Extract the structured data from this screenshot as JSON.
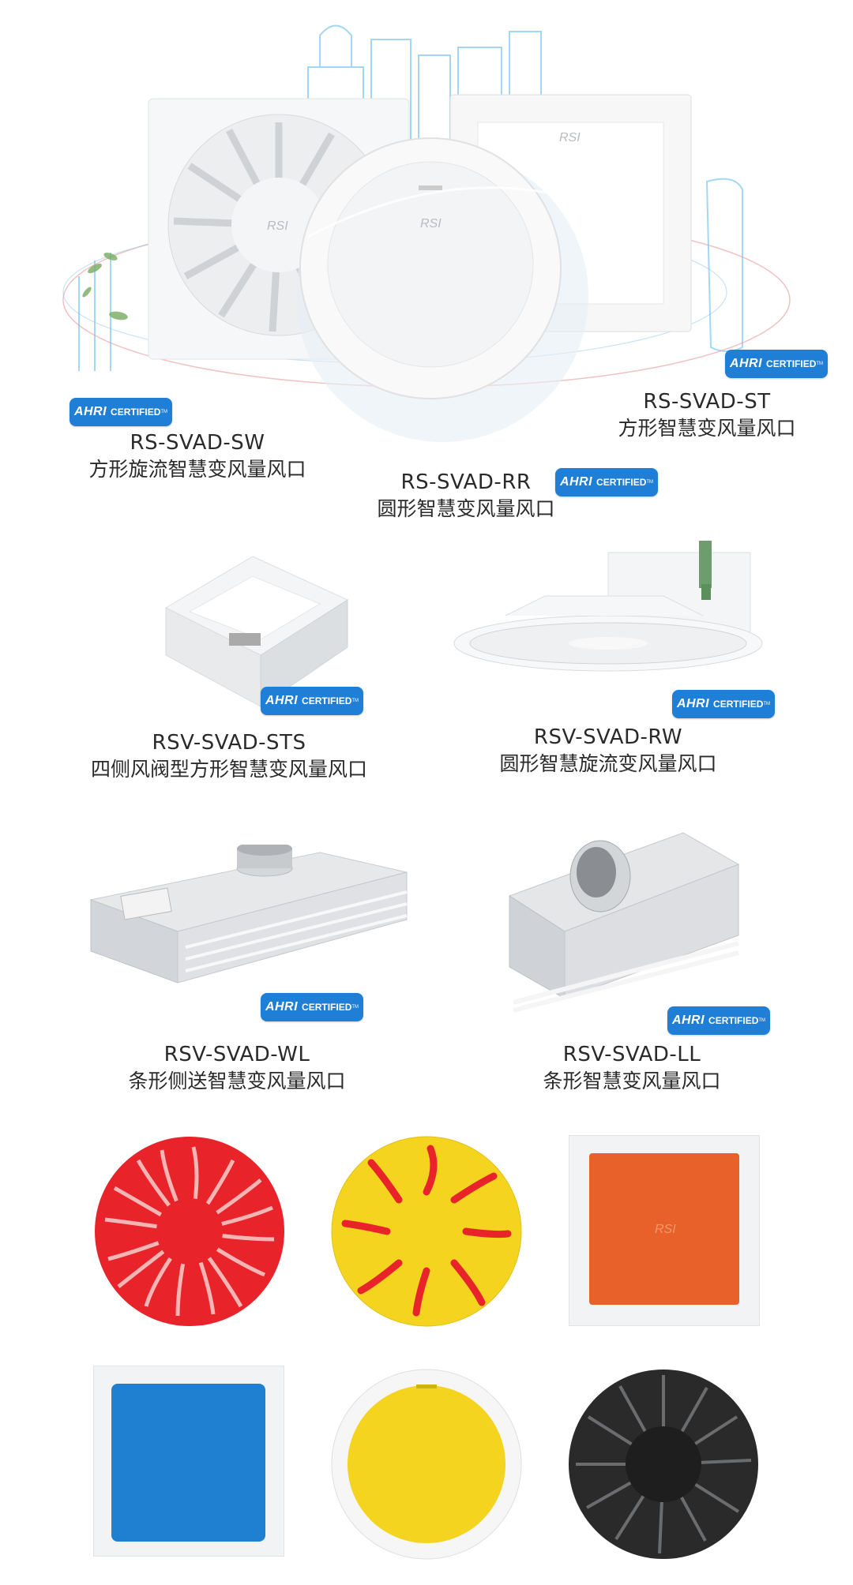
{
  "badge": {
    "ahri": "AHRI",
    "certified": "CERTIFIED",
    "tm": "TM"
  },
  "products": [
    {
      "model": "RS-SVAD-SW",
      "desc": "方形旋流智慧变风量风口"
    },
    {
      "model": "RS-SVAD-RR",
      "desc": "圆形智慧变风量风口"
    },
    {
      "model": "RS-SVAD-ST",
      "desc": "方形智慧变风量风口"
    },
    {
      "model": "RSV-SVAD-STS",
      "desc": "四侧风阀型方形智慧变风量风口"
    },
    {
      "model": "RSV-SVAD-RW",
      "desc": "圆形智慧旋流变风量风口"
    },
    {
      "model": "RSV-SVAD-WL",
      "desc": "条形侧送智慧变风量风口"
    },
    {
      "model": "RSV-SVAD-LL",
      "desc": "条形智慧变风量风口"
    }
  ],
  "colors": {
    "ahri_blue": "#1f7fd6",
    "red": "#e8232a",
    "yellow": "#f4d41e",
    "orange": "#e8602a",
    "blue": "#1f7fd0",
    "black": "#222222"
  },
  "logo_text": "RSI"
}
